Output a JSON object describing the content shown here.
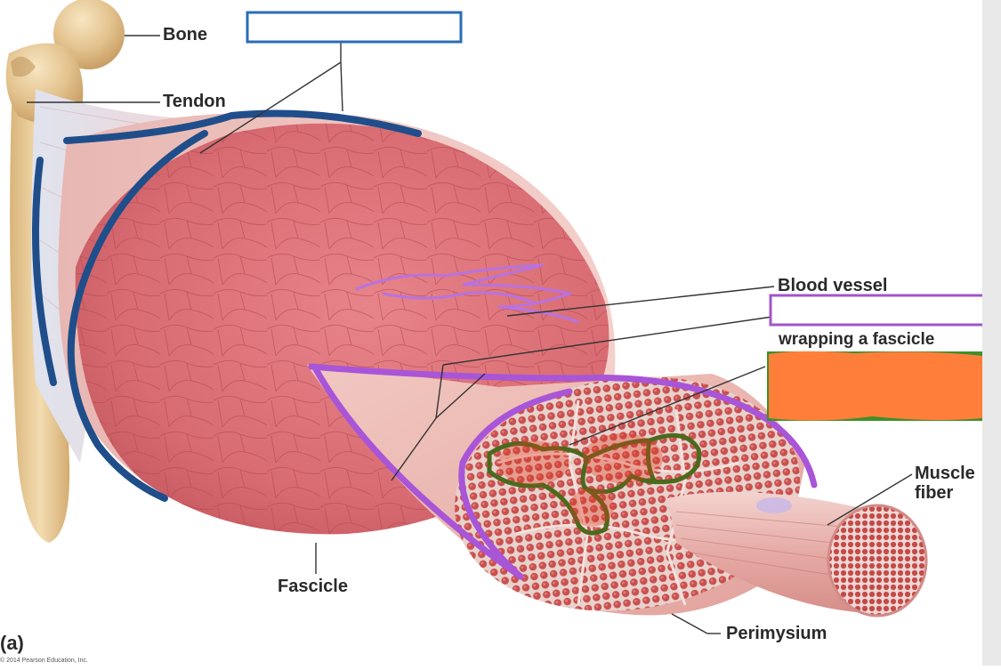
{
  "labels": {
    "bone": "Bone",
    "tendon": "Tendon",
    "blood_vessel": "Blood vessel",
    "wrapping_fascicle": "wrapping a fascicle",
    "muscle_fiber": "Muscle\nfiber",
    "fascicle": "Fascicle",
    "perimysium": "Perimysium",
    "panel": "(a)",
    "copyright": "© 2014 Pearson Education, Inc."
  },
  "answer_boxes": [
    {
      "id": "epimysium-box",
      "border_color": "#2a6db5",
      "fill": "#ffffff"
    },
    {
      "id": "perimysium-box",
      "border_color": "#a155c9",
      "fill": "#ffffff"
    },
    {
      "id": "endomysium-box",
      "border_color": "#3f8f2a",
      "fill": "#ff7f3a"
    }
  ],
  "annotation_colors": {
    "epimysium_outline": "#1f4e8a",
    "perimysium_outline": "#a855d8",
    "endomysium_outline": "#4a6a1c",
    "blood_vessel_scribble": "#b872e0"
  }
}
